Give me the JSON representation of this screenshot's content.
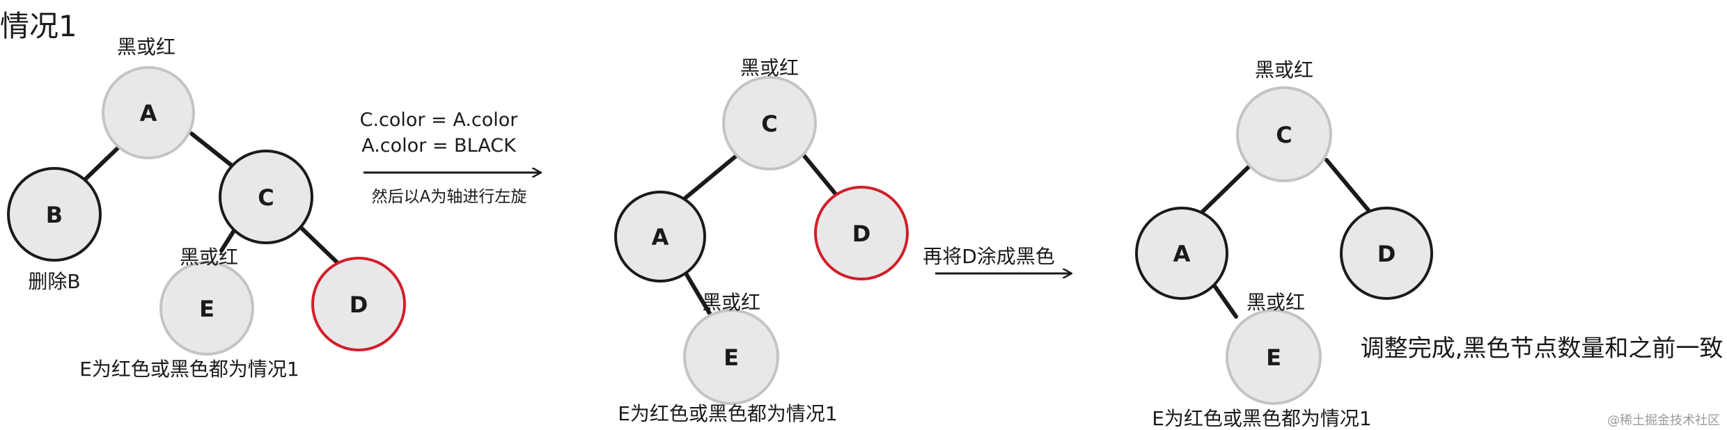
{
  "title": "情况1",
  "nodes": {
    "A": "A",
    "B": "B",
    "C": "C",
    "D": "D",
    "E": "E"
  },
  "labels": {
    "black_or_red": "黑或红",
    "delete_b": "删除B",
    "e_case": "E为红色或黑色都为情况1"
  },
  "steps": {
    "step1_line1": "C.color = A.color",
    "step1_line2": "A.color = BLACK",
    "step1_line3": "然后以A为轴进行左旋",
    "step2": "再将D涂成黑色"
  },
  "result_note": "调整完成,黑色节点数量和之前一致",
  "watermark": "@稀土掘金技术社区",
  "colors": {
    "node_fill": "#e8e8e8",
    "outline_grey": "#c4c4c4",
    "outline_black": "#1a1a1a",
    "outline_red": "#d11f2a"
  }
}
